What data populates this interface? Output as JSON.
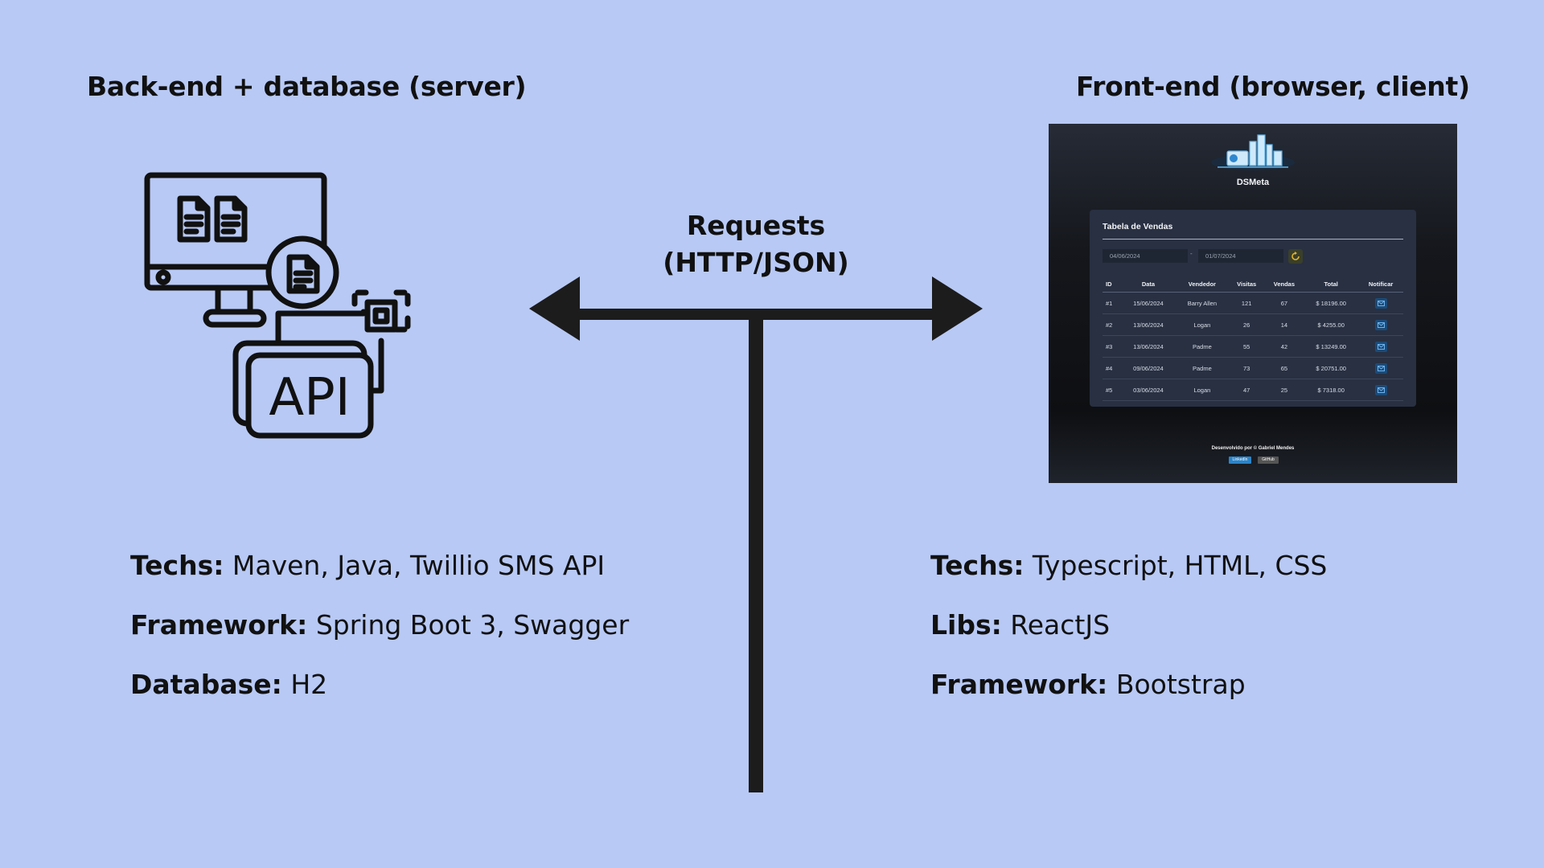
{
  "left_heading": "Back-end + database (server)",
  "right_heading": "Front-end (browser, client)",
  "middle": {
    "line1": "Requests",
    "line2": "(HTTP/JSON)"
  },
  "api_badge": "API",
  "left_list": [
    {
      "key": "Techs:",
      "value": " Maven, Java, Twillio SMS API"
    },
    {
      "key": "Framework:",
      "value": " Spring Boot 3, Swagger"
    },
    {
      "key": "Database:",
      "value": " H2"
    }
  ],
  "right_list": [
    {
      "key": "Techs:",
      "value": " Typescript, HTML, CSS"
    },
    {
      "key": "Libs:",
      "value": " ReactJS"
    },
    {
      "key": "Framework:",
      "value": " Bootstrap"
    }
  ],
  "app": {
    "brand": "DSMeta",
    "card_title": "Tabela de Vendas",
    "date_from": "04/06/2024",
    "date_sep": "-",
    "date_to": "01/07/2024",
    "columns": [
      "ID",
      "Data",
      "Vendedor",
      "Visitas",
      "Vendas",
      "Total",
      "Notificar"
    ],
    "rows": [
      [
        "#1",
        "15/06/2024",
        "Barry Allen",
        "121",
        "67",
        "$ 18196.00"
      ],
      [
        "#2",
        "13/06/2024",
        "Logan",
        "26",
        "14",
        "$ 4255.00"
      ],
      [
        "#3",
        "13/06/2024",
        "Padme",
        "55",
        "42",
        "$ 13249.00"
      ],
      [
        "#4",
        "09/06/2024",
        "Padme",
        "73",
        "65",
        "$ 20751.00"
      ],
      [
        "#5",
        "03/06/2024",
        "Logan",
        "47",
        "25",
        "$ 7318.00"
      ]
    ],
    "footer": "Desenvolvido por © Gabriel Mendes",
    "linkedin": "LinkedIn",
    "github": "GitHub"
  },
  "colors": {
    "background": "#b8c9f5",
    "ink": "#1c1c1c",
    "app_bg": "#15171c",
    "card_bg": "#283042",
    "notify_btn": "#1c4b78",
    "refresh_icon": "#e2b52e"
  }
}
